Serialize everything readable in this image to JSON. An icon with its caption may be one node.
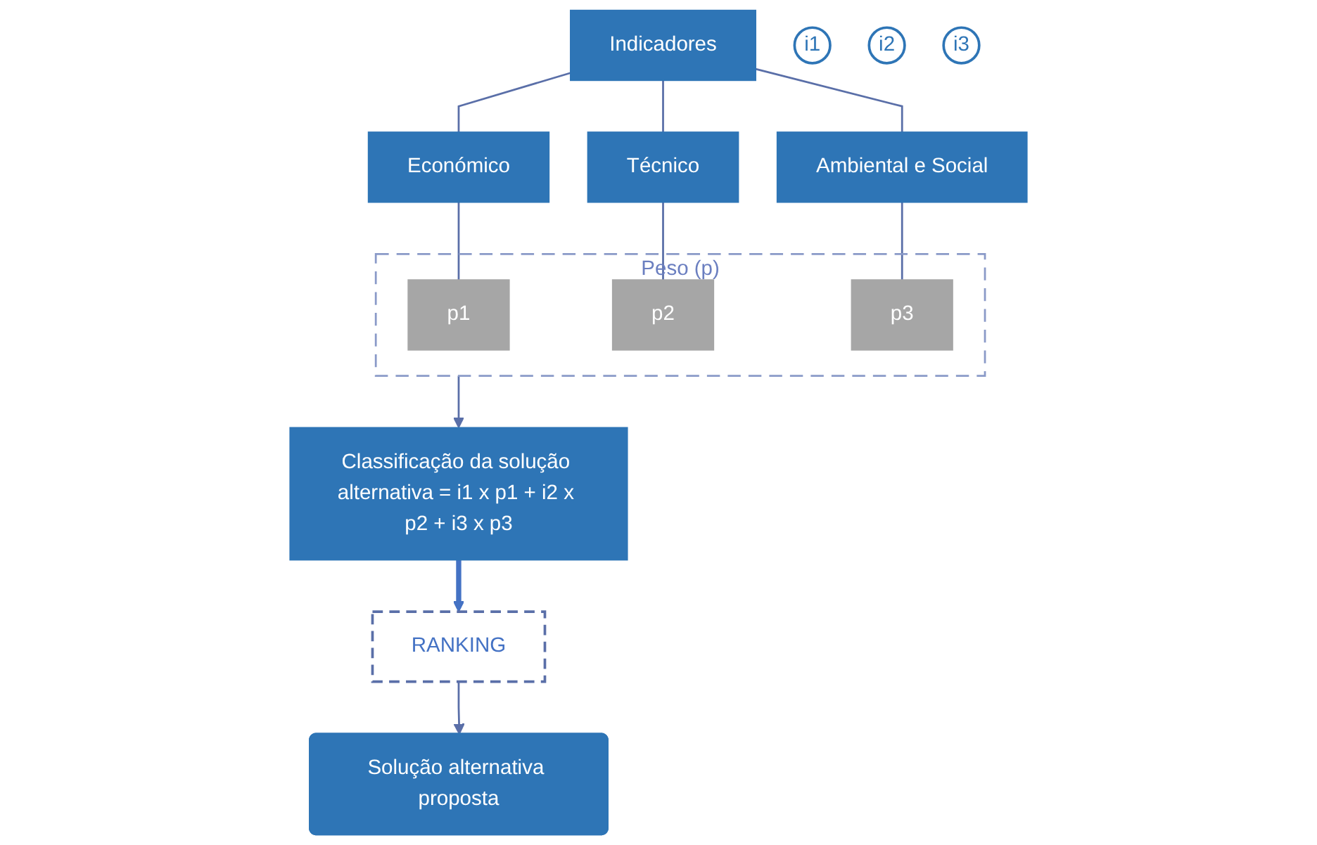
{
  "diagram": {
    "nodes": [
      {
        "text": [
          "Indicadores"
        ]
      },
      {
        "text": [
          "Económico"
        ]
      },
      {
        "text": [
          "i1"
        ]
      },
      {
        "text": [
          "Técnico"
        ]
      },
      {
        "text": [
          "i2"
        ]
      },
      {
        "text": [
          "Ambiental e Social"
        ]
      },
      {
        "text": [
          "i3"
        ]
      },
      {
        "text": [
          "Peso (p)"
        ]
      },
      {
        "text": [
          "p1"
        ],
        "in": 7
      },
      {
        "text": [
          "p2"
        ],
        "in": 7
      },
      {
        "text": [
          "p3"
        ],
        "in": 7
      },
      {
        "text": [
          "Classificação da solução alternativa = i1 x p1 + i2 x p2 + i3 x p3"
        ]
      },
      {
        "text": [
          "RANKING"
        ]
      },
      {
        "text": [
          "Solução alternativa proposta"
        ]
      }
    ],
    "edges": [
      {
        "from": 0,
        "to": 1,
        "arrow": "none"
      },
      {
        "from": 0,
        "to": 3,
        "arrow": "none"
      },
      {
        "from": 0,
        "to": 5,
        "arrow": "none"
      },
      {
        "from": 1,
        "to": 8,
        "arrow": "none"
      },
      {
        "from": 3,
        "to": 9,
        "arrow": "none"
      },
      {
        "from": 5,
        "to": 10,
        "arrow": "none"
      },
      {
        "from": 7,
        "to": 11,
        "arrow": "to"
      },
      {
        "from": 11,
        "to": 12,
        "arrow": "to",
        "style": "thick",
        "color": "#4472c4"
      },
      {
        "from": 12,
        "to": 13,
        "arrow": "to"
      }
    ]
  }
}
